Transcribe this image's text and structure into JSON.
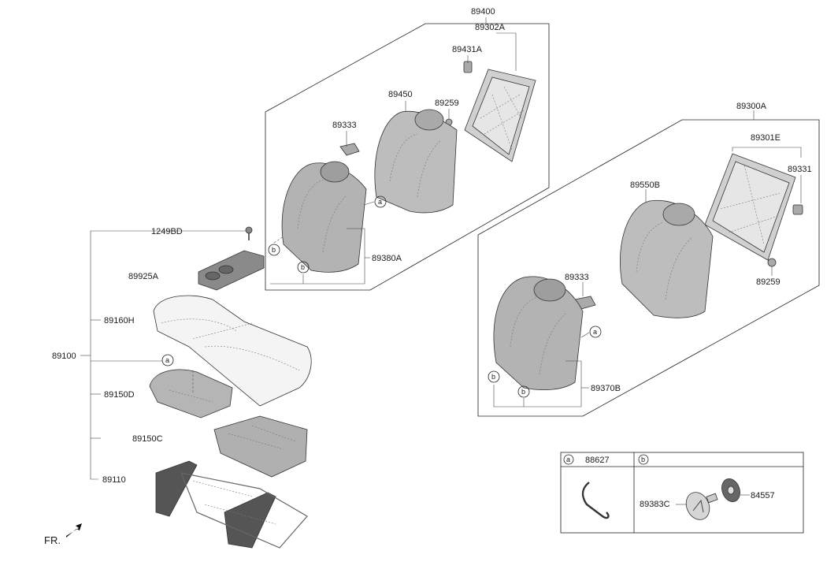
{
  "parts": {
    "p89400": "89400",
    "p89302A": "89302A",
    "p89431A": "89431A",
    "p89450": "89450",
    "p89259_top": "89259",
    "p89333_top": "89333",
    "p89380A": "89380A",
    "p89300A": "89300A",
    "p89301E": "89301E",
    "p89331": "89331",
    "p89550B": "89550B",
    "p89259_right": "89259",
    "p89333_right": "89333",
    "p89370B": "89370B",
    "p1249BD": "1249BD",
    "p89925A": "89925A",
    "p89160H": "89160H",
    "p89100": "89100",
    "p89150D": "89150D",
    "p89150C": "89150C",
    "p89110": "89110",
    "p88627": "88627",
    "p89383C": "89383C",
    "p84557": "84557"
  },
  "callouts": {
    "a": "a",
    "b": "b"
  },
  "legend": {
    "a_label": "a",
    "a_part": "88627",
    "b_label": "b",
    "b_part1": "89383C",
    "b_part2": "84557"
  },
  "front_label": "FR.",
  "colors": {
    "line": "#222222",
    "seat_fill": "#b9b9b9",
    "seat_dark": "#8a8a8a",
    "foam_fill": "#f4f4f4",
    "frame_fill": "#9a9a9a"
  }
}
